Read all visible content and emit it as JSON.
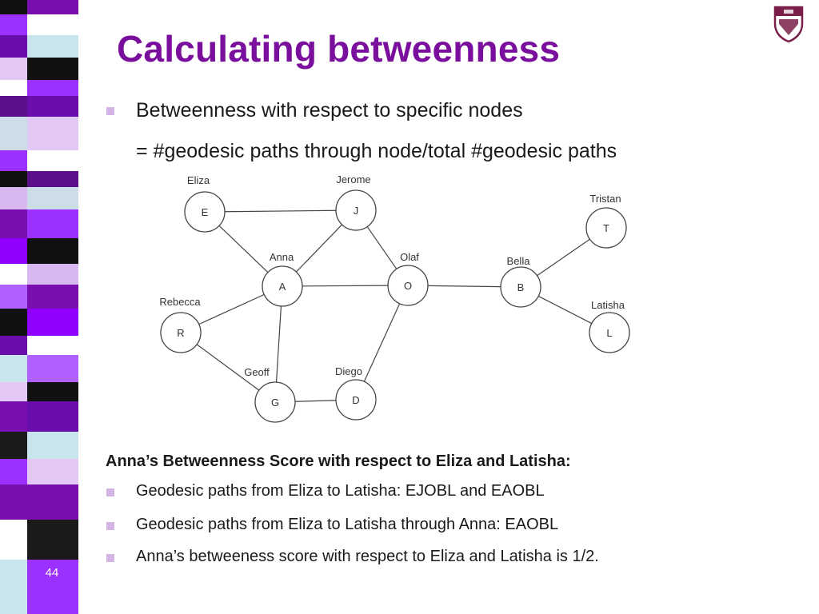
{
  "slide": {
    "title": "Calculating betweenness",
    "page_number": "44",
    "bullets_top": [
      "Betweenness  with respect to specific nodes",
      "= #geodesic paths through node/total #geodesic paths"
    ],
    "heading": "Anna’s Betweenness Score with respect to Eliza and Latisha:",
    "bullets_bottom": [
      "Geodesic paths from Eliza to Latisha: EJOBL and EAOBL",
      " Geodesic paths from Eliza to Latisha through Anna: EAOBL",
      " Anna’s betweeness score with respect to Eliza and Latisha is 1/2."
    ],
    "crest_icon": "university-crest-icon",
    "bullet_color": "#d4b3e6",
    "title_color": "#7a0f9e"
  },
  "graph": {
    "nodes": [
      {
        "id": "E",
        "name": "Eliza"
      },
      {
        "id": "J",
        "name": "Jerome"
      },
      {
        "id": "T",
        "name": "Tristan"
      },
      {
        "id": "A",
        "name": "Anna"
      },
      {
        "id": "O",
        "name": "Olaf"
      },
      {
        "id": "B",
        "name": "Bella"
      },
      {
        "id": "R",
        "name": "Rebecca"
      },
      {
        "id": "L",
        "name": "Latisha"
      },
      {
        "id": "G",
        "name": "Geoff"
      },
      {
        "id": "D",
        "name": "Diego"
      }
    ],
    "edges": [
      [
        "E",
        "J"
      ],
      [
        "E",
        "A"
      ],
      [
        "J",
        "A"
      ],
      [
        "J",
        "O"
      ],
      [
        "A",
        "O"
      ],
      [
        "O",
        "B"
      ],
      [
        "B",
        "T"
      ],
      [
        "B",
        "L"
      ],
      [
        "A",
        "R"
      ],
      [
        "A",
        "G"
      ],
      [
        "R",
        "G"
      ],
      [
        "G",
        "D"
      ],
      [
        "O",
        "D"
      ]
    ]
  }
}
